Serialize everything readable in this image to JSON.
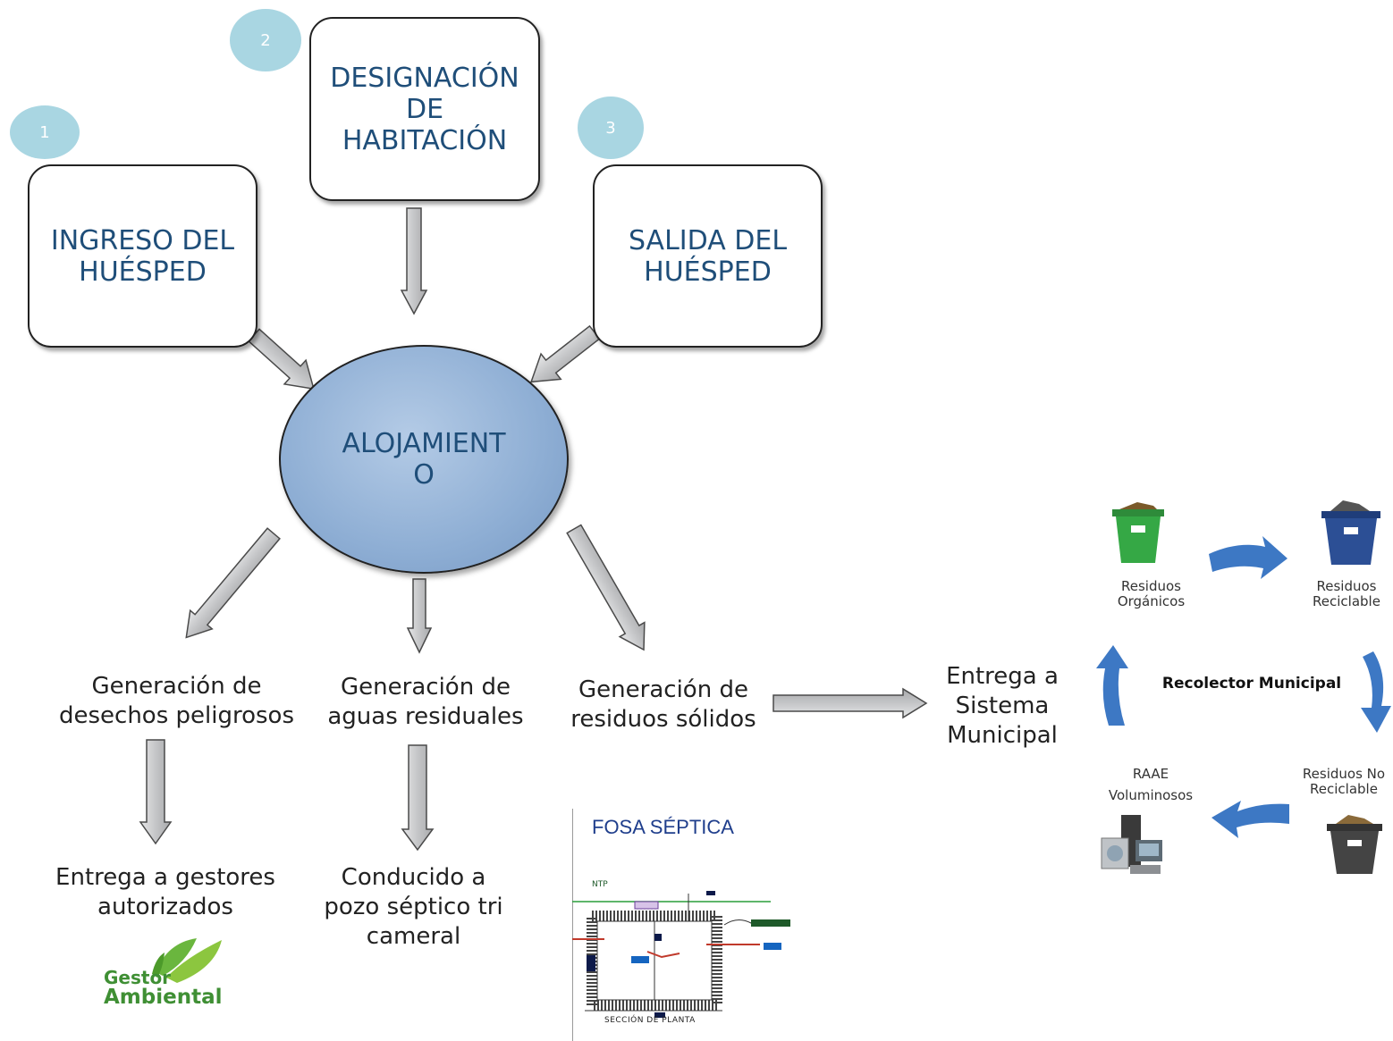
{
  "badges": {
    "b1": "1",
    "b2": "2",
    "b3": "3"
  },
  "boxes": {
    "ingreso": "INGRESO DEL HUÉSPED",
    "designacion": "DESIGNACIÓN DE HABITACIÓN",
    "salida": "SALIDA DEL HUÉSPED"
  },
  "center": {
    "label": "ALOJAMIENTO"
  },
  "outputs": {
    "peligrosos": "Generación de desechos peligrosos",
    "aguas": "Generación de aguas residuales",
    "solidos": "Generación de residuos sólidos"
  },
  "destinations": {
    "gestores": "Entrega a gestores autorizados",
    "pozo": "Conducido a pozo séptico tri cameral",
    "municipal": "Entrega a Sistema Municipal"
  },
  "logo": {
    "line1": "Gestor",
    "line2": "Ambiental"
  },
  "fosa": {
    "title": "FOSA SÉPTICA",
    "ntp": "NTP",
    "caption": "SECCIÓN DE PLANTA"
  },
  "cycle": {
    "center": "Recolector Municipal",
    "organicos": "Residuos Orgánicos",
    "reciclable": "Residuos Reciclable",
    "no_reciclable": "Residuos No Reciclable",
    "raae": "RAAE Voluminosos"
  },
  "colors": {
    "title_blue": "#1f4e79",
    "badge": "#a9d6e2",
    "arrow_gray": "#c8c9cb",
    "cycle_blue": "#3d78c4"
  }
}
